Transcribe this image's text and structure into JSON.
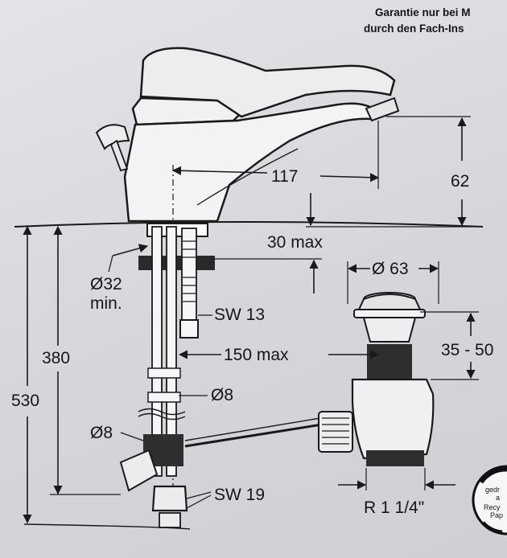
{
  "header": {
    "line1": "Garantie nur bei M",
    "line2": "durch den Fach-Ins"
  },
  "dimensions": {
    "spout_reach": "117",
    "spout_height": "62",
    "mount_thickness": "30 max",
    "hole_diameter_top": "Ø32",
    "hole_diameter_bottom": "min.",
    "nut_upper": "SW 13",
    "hose_length": "150 max",
    "connection_diameter": "Ø8",
    "connection_diameter_left": "Ø8",
    "nut_lower": "SW 19",
    "total_height": "530",
    "under_counter_height": "380",
    "plug_diameter": "Ø 63",
    "plug_range": "35 - 50",
    "waste_thread": "R 1 1/4\""
  },
  "badge": {
    "line1": "gedr",
    "line2": "a",
    "line3": "Recy",
    "line4": "Pap"
  },
  "colors": {
    "paper": "#dcdce0",
    "ink": "#161616"
  }
}
